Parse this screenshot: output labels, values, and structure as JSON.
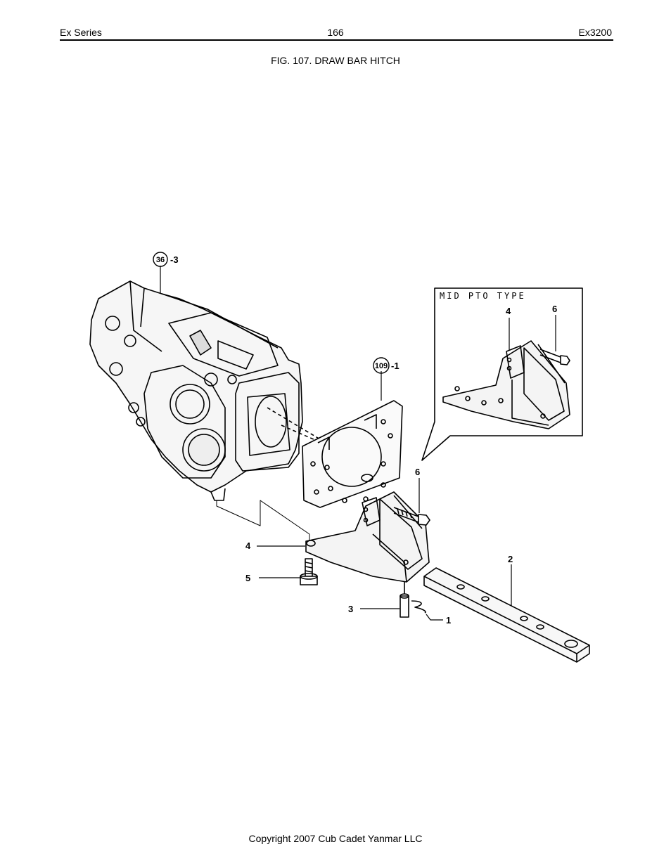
{
  "header": {
    "left": "Ex Series",
    "page_number": "166",
    "right": "Ex3200"
  },
  "figure": {
    "title": "FIG. 107. DRAW BAR HITCH",
    "callouts": {
      "ref36": "36",
      "ref36_suffix": "-3",
      "ref109": "109",
      "ref109_suffix": "-1",
      "p1": "1",
      "p2": "2",
      "p3": "3",
      "p4": "4",
      "p5": "5",
      "p6": "6"
    },
    "inset": {
      "title": "MID PTO TYPE",
      "p4": "4",
      "p6": "6"
    }
  },
  "footer": {
    "copyright": "Copyright 2007 Cub Cadet Yanmar LLC"
  }
}
